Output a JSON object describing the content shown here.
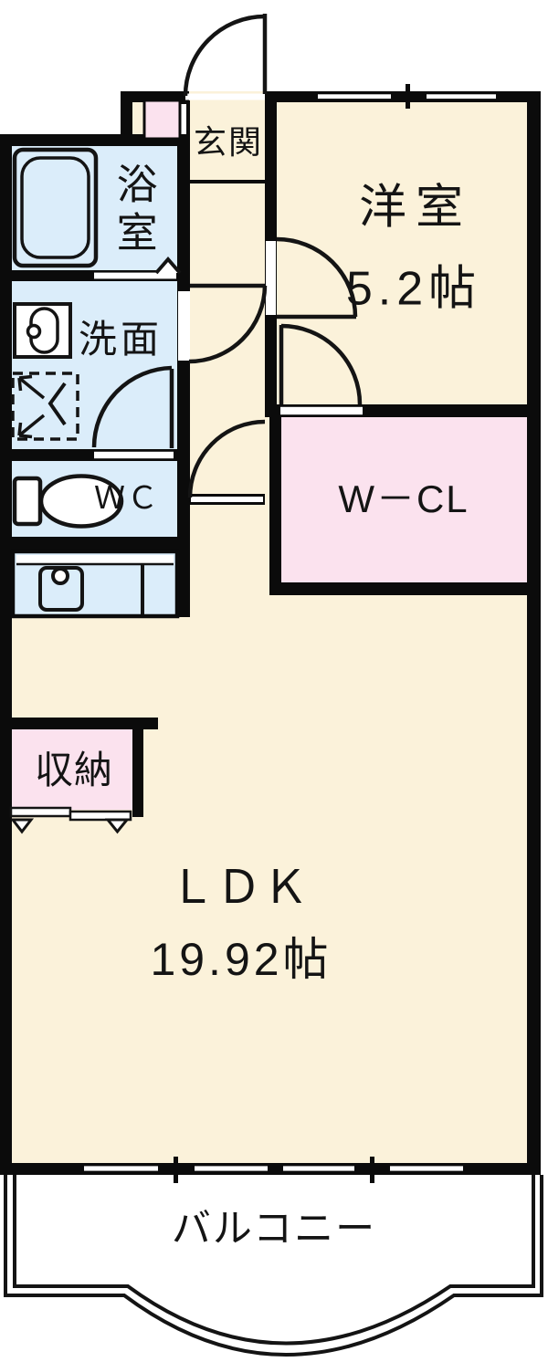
{
  "page": {
    "type": "apartment-floor-plan"
  },
  "colors": {
    "cream": "#FBF2DA",
    "blue": "#DBEDFA",
    "pink": "#FBE2EE",
    "wall": "#0B0B0B",
    "white": "#FFFFFF",
    "line": "#141414"
  },
  "rooms": {
    "genkan": {
      "label": "玄関"
    },
    "bathroom": {
      "label": "浴室"
    },
    "washroom": {
      "label": "洗面"
    },
    "wc": {
      "label": "ＷＣ"
    },
    "western_room": {
      "label": "洋室",
      "size": "5.2帖"
    },
    "walk_in_closet": {
      "label": "W－CL"
    },
    "storage": {
      "label": "収納"
    },
    "ldk": {
      "label": "ＬＤＫ",
      "size": "19.92帖"
    },
    "balcony": {
      "label": "バルコニー"
    }
  },
  "icons": [
    "bathtub-icon",
    "washbasin-icon",
    "washing-machine-pan-icon",
    "toilet-icon",
    "kitchen-counter-icon",
    "shoe-cabinet-icon",
    "entrance-door-swing-icon",
    "door-swing-icon",
    "folding-door-icon",
    "sliding-closet-door-icon",
    "sliding-window-icon",
    "balcony-railing-icon"
  ]
}
